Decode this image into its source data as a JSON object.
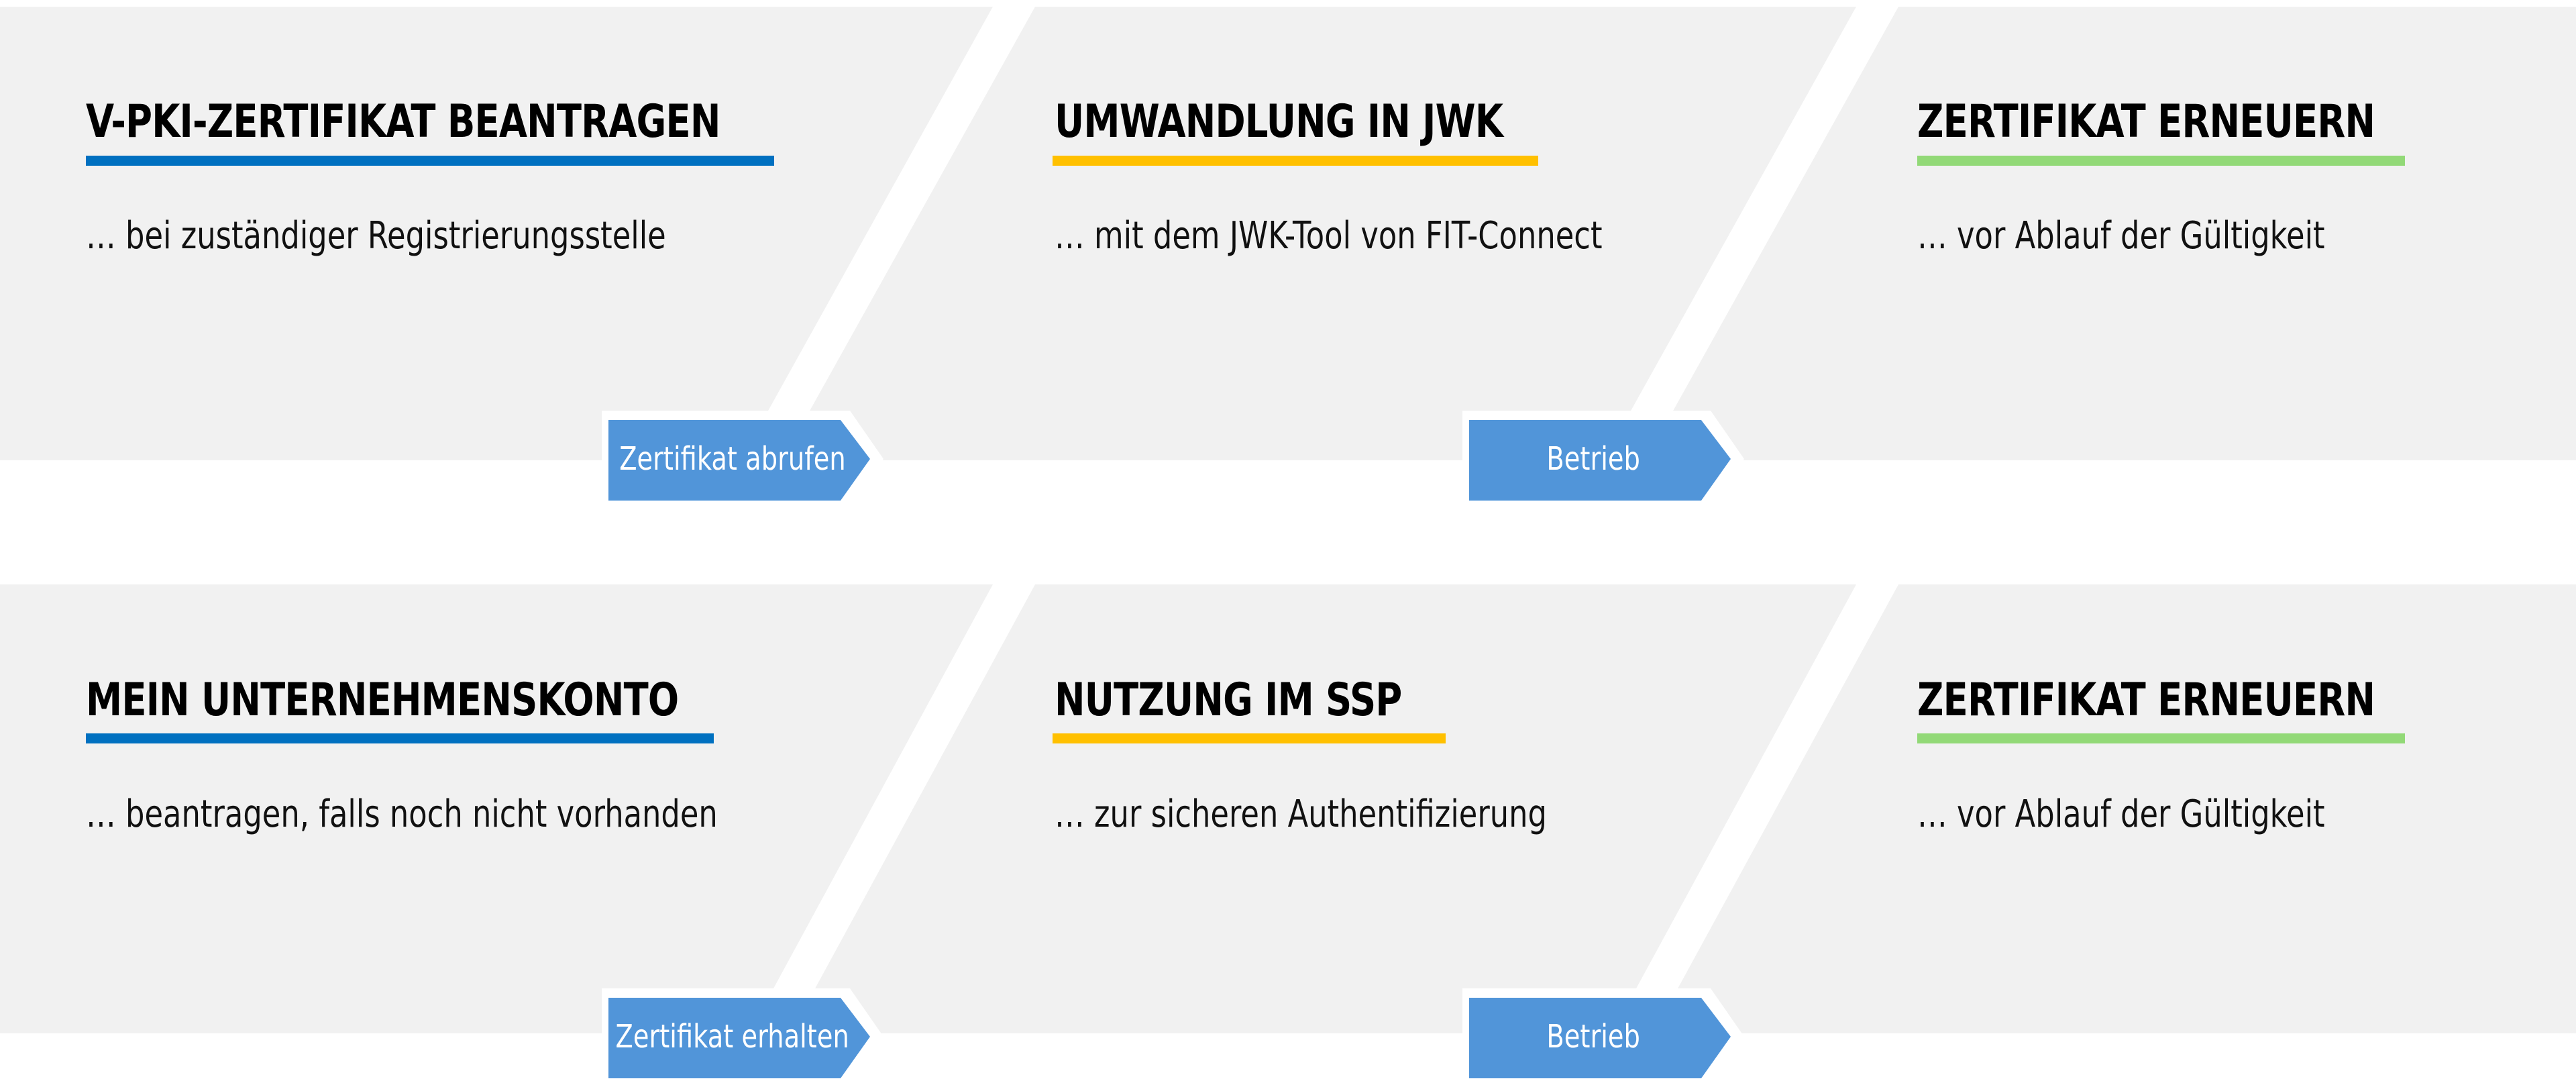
{
  "colors": {
    "band_bg": "#f1f1f1",
    "step1_accent": "#0070c0",
    "step2_accent": "#ffc000",
    "step3_accent": "#92d977",
    "button_bg": "#5195d9",
    "button_text": "#ffffff"
  },
  "rows": [
    {
      "steps": [
        {
          "title": "V-PKI-ZERTIFIKAT BEANTRAGEN",
          "description": "… bei zuständiger Registrierungsstelle"
        },
        {
          "title": "UMWANDLUNG IN JWK",
          "description": "… mit dem JWK-Tool von FIT-Connect"
        },
        {
          "title": "ZERTIFIKAT ERNEUERN",
          "description": "… vor Ablauf der Gültigkeit"
        }
      ],
      "transitions": [
        {
          "label": "Zertifikat abrufen",
          "icon": "arrow-right-icon"
        },
        {
          "label": "Betrieb",
          "icon": "arrow-right-icon"
        }
      ]
    },
    {
      "steps": [
        {
          "title": "MEIN UNTERNEHMENSKONTO",
          "description": "… beantragen, falls noch nicht vorhanden"
        },
        {
          "title": "NUTZUNG IM SSP",
          "description": "… zur sicheren Authentifizierung"
        },
        {
          "title": "ZERTIFIKAT ERNEUERN",
          "description": "… vor Ablauf der Gültigkeit"
        }
      ],
      "transitions": [
        {
          "label": "Zertifikat erhalten",
          "icon": "arrow-right-icon"
        },
        {
          "label": "Betrieb",
          "icon": "arrow-right-icon"
        }
      ]
    }
  ]
}
